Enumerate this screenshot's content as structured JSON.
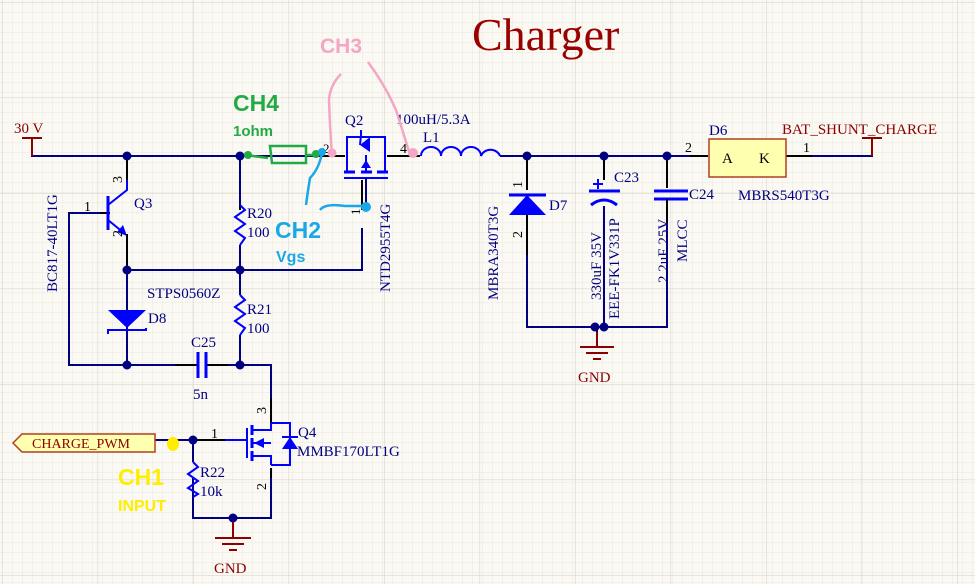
{
  "title": "Charger",
  "colors": {
    "wire": "#000080",
    "component": "#0000ff",
    "pin": "#000000",
    "label": "#000080",
    "power": "#8b0000",
    "title": "#990000",
    "ch1": "#ffee00",
    "ch2": "#1aa7e8",
    "ch3": "#f4a6c4",
    "ch4": "#22aa44",
    "diode_box_fill": "#ffffb0",
    "diode_box_stroke": "#b04020"
  },
  "power": {
    "v30": "30 V",
    "bat": "BAT_SHUNT_CHARGE",
    "gnd1": "GND",
    "gnd2": "GND"
  },
  "port": {
    "label": "CHARGE_PWM"
  },
  "annotations": {
    "ch1": {
      "label": "CH1",
      "sub": "INPUT"
    },
    "ch2": {
      "label": "CH2",
      "sub": "Vgs"
    },
    "ch3": {
      "label": "CH3"
    },
    "ch4": {
      "label": "CH4",
      "sub": "1ohm"
    }
  },
  "components": {
    "q3": {
      "ref": "Q3",
      "part": "BC817-40LT1G",
      "pins": [
        "1",
        "2",
        "3"
      ]
    },
    "q2": {
      "ref": "Q2",
      "part": "NTD2955T4G",
      "pins": [
        "1",
        "2",
        "4"
      ]
    },
    "q4": {
      "ref": "Q4",
      "part": "MMBF170LT1G",
      "pins": [
        "1",
        "2",
        "3"
      ]
    },
    "l1": {
      "ref": "L1",
      "value": "100uH/5.3A"
    },
    "d6": {
      "ref": "D6",
      "part": "MBRS540T3G",
      "anode": "A",
      "cathode": "K",
      "pins": [
        "2",
        "1"
      ]
    },
    "d7": {
      "ref": "D7",
      "part": "MBRA340T3G",
      "pins": [
        "1",
        "2"
      ]
    },
    "d8": {
      "ref": "D8",
      "part": "STPS0560Z"
    },
    "r20": {
      "ref": "R20",
      "value": "100"
    },
    "r21": {
      "ref": "R21",
      "value": "100"
    },
    "r22": {
      "ref": "R22",
      "value": "10k"
    },
    "c23": {
      "ref": "C23",
      "value": "330uF  35V",
      "part": "EEE-FK1V331P"
    },
    "c24": {
      "ref": "C24",
      "value": "2.2uF  25V",
      "part": "MLCC"
    },
    "c25": {
      "ref": "C25",
      "value": "5n"
    }
  }
}
